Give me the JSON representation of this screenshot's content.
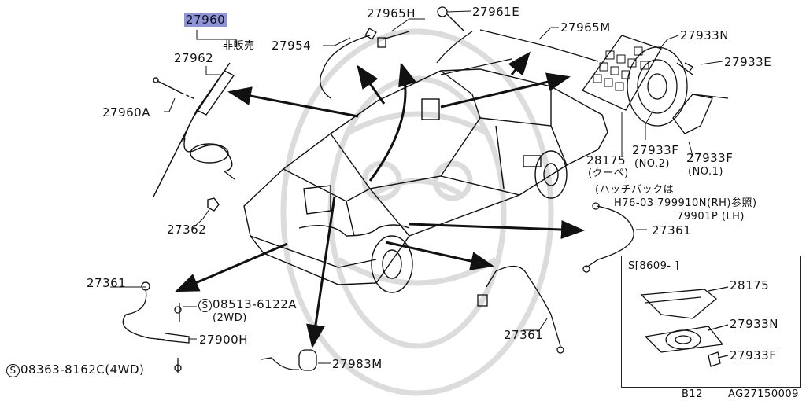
{
  "labels": {
    "p27960": "27960",
    "not_for_sale": "非販売",
    "p27962": "27962",
    "p27960A": "27960A",
    "p27362": "27362",
    "p27954": "27954",
    "p27965H": "27965H",
    "p27961E": "27961E",
    "p27965M": "27965M",
    "p27933N_top": "27933N",
    "p27933E": "27933E",
    "p28175_top": "28175",
    "coupe": "(クーペ)",
    "p27933F_no2": "27933F",
    "no2": "(NO.2)",
    "p27933F_no1": "27933F",
    "no1": "(NO.1)",
    "hatch_note1": "(ハッチバックは",
    "hatch_note2": "H76-03 799910N(RH)参照)",
    "hatch_note3": "79901P (LH)",
    "p27361_right": "27361",
    "p27361_left": "27361",
    "p27361_bottom": "27361",
    "s_mark1": "S",
    "p08513": "08513-6122A",
    "twowd": "(2WD)",
    "p27900H": "27900H",
    "s_mark2": "S",
    "p08363": "08363-8162C(4WD)",
    "p27983M": "27983M"
  },
  "inset": {
    "header": "S[8609-  ]",
    "p28175": "28175",
    "p27933N": "27933N",
    "p27933F": "27933F"
  },
  "footer": {
    "page_code": "B12",
    "diagram_code": "AG27150009"
  },
  "colors": {
    "highlight": "#8d93d6",
    "line": "#111111",
    "watermark": "#d8d8d8"
  }
}
